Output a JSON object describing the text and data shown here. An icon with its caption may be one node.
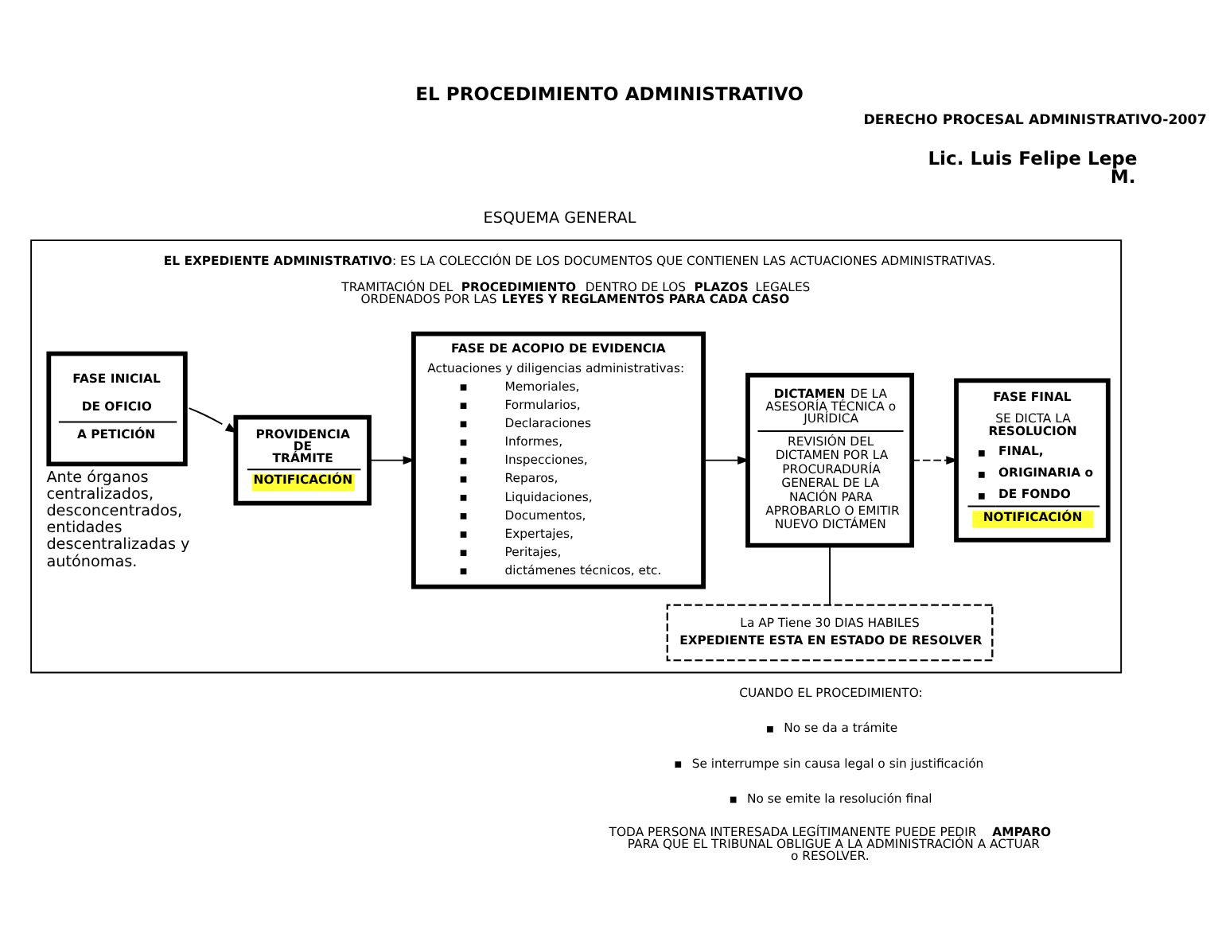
{
  "diagram": {
    "title": "EL PROCEDIMIENTO ADMINISTRATIVO",
    "nodes": [
      {
        "text": [
          "**EL EXPEDIENTE ADMINISTRATIVO**: ES LA COLECCIÓN DE LOS DOCUMENTOS QUE CONTIENEN LAS ACTUACIONES ADMINISTRATIVAS.",
          "TRAMITACIÓN DEL **PROCEDIMIENTO** DENTRO DE LOS **PLAZOS** LEGALES ORDENADOS POR LAS **LEYES Y REGLAMENTOS PARA CADA CASO**"
        ]
      },
      {
        "text": [
          "FASE INICIAL",
          "DE OFICIO",
          "A PETICIÓN"
        ],
        "beside": [
          "Ante órganos centralizados, desconcentrados, entidades descentralizadas y autónomas."
        ],
        "in": 0
      },
      {
        "text": [
          "PROVIDENCIA DE TRÁMITE",
          "NOTIFICACIÓN"
        ],
        "in": 0
      },
      {
        "text": [
          "FASE DE ACOPIO DE EVIDENCIA",
          "Actuaciones y diligencias administrativas:",
          "Memoriales,",
          "Formularios,",
          "Declaraciones",
          "Informes,",
          "Inspecciones,",
          "Reparos,",
          "Liquidaciones,",
          "Documentos,",
          "Expertajes,",
          "Peritajes,",
          "dictámenes técnicos, etc."
        ],
        "in": 0
      },
      {
        "text": [
          "**DICTAMEN** DE LA ASESORÍA TÉCNICA o JURÍDICA",
          "REVISIÓN DEL DICTAMEN POR LA PROCURADURÍA GENERAL DE LA NACIÓN PARA APROBARLO O EMITIR NUEVO DICTÁMEN"
        ],
        "in": 0
      },
      {
        "text": [
          "FASE FINAL",
          "SE DICTA LA **RESOLUCION**",
          "FINAL,",
          "ORIGINARIA o",
          "DE FONDO",
          "NOTIFICACIÓN"
        ],
        "in": 0
      },
      {
        "text": [
          "La AP Tiene 30 DIAS HABILES",
          "EXPEDIENTE ESTA EN ESTADO DE RESOLVER"
        ],
        "in": 0
      }
    ],
    "edges": [
      {
        "from": 1,
        "to": 2,
        "arrow": "to"
      },
      {
        "from": 2,
        "to": 3,
        "arrow": "to"
      },
      {
        "from": 3,
        "to": 4,
        "arrow": "to"
      },
      {
        "from": 4,
        "to": 5,
        "arrow": "to",
        "style": "dashed"
      },
      {
        "from": 4,
        "to": 6,
        "arrow": "none"
      }
    ],
    "labels": [
      "DERECHO PROCESAL ADMINISTRATIVO-2007",
      "Lic. Luis Felipe Lepe M.",
      "ESQUEMA GENERAL",
      "CUANDO EL PROCEDIMIENTO:",
      "No se da a trámite",
      "Se interrumpe sin causa legal o sin justificación",
      "No se emite la resolución final",
      "TODA PERSONA INTERESADA LEGÍTIMANENTE PUEDE PEDIR **AMPARO** PARA QUE EL TRIBUNAL OBLIGUE A LA ADMINISTRACIÓN A ACTUAR o RESOLVER."
    ]
  }
}
